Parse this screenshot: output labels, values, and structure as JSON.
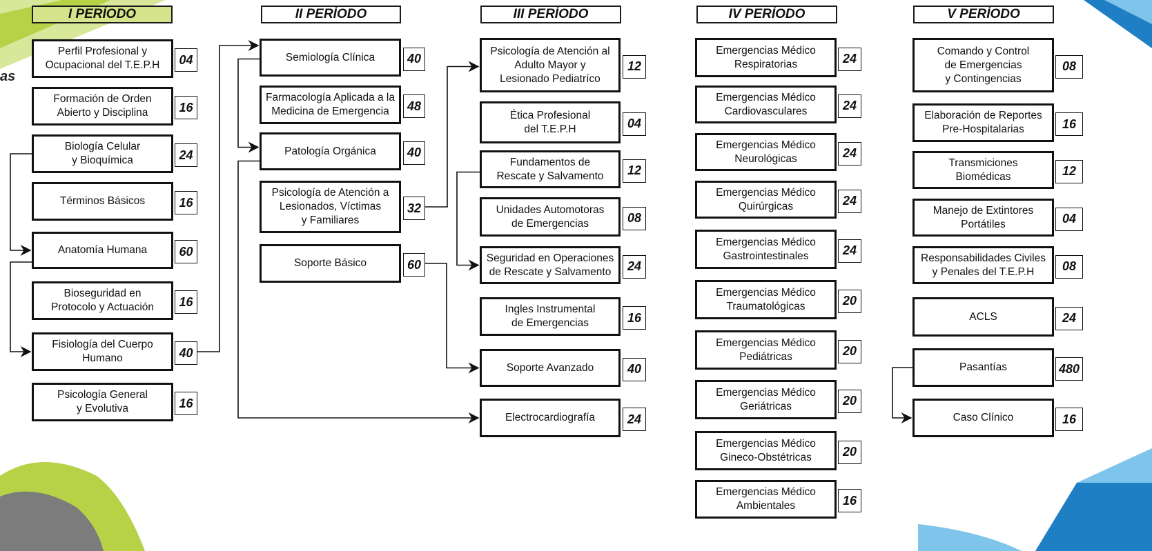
{
  "periods": [
    {
      "title": "I PERÍODO",
      "courses": [
        {
          "name": "Perfil Profesional y\nOcupacional del T.E.P.H",
          "hours": "04"
        },
        {
          "name": "Formación de Orden\nAbierto y Disciplina",
          "hours": "16"
        },
        {
          "name": "Biología Celular\ny Bioquímica",
          "hours": "24"
        },
        {
          "name": "Términos Básicos",
          "hours": "16"
        },
        {
          "name": "Anatomía Humana",
          "hours": "60"
        },
        {
          "name": "Bioseguridad en\nProtocolo y Actuación",
          "hours": "16"
        },
        {
          "name": "Fisiología del Cuerpo\nHumano",
          "hours": "40"
        },
        {
          "name": "Psicología General\ny Evolutiva",
          "hours": "16"
        }
      ]
    },
    {
      "title": "II PERÍODO",
      "courses": [
        {
          "name": "Semiología Clínica",
          "hours": "40"
        },
        {
          "name": "Farmacología Aplicada a la\nMedicina de Emergencia",
          "hours": "48"
        },
        {
          "name": "Patología Orgánica",
          "hours": "40"
        },
        {
          "name": "Psicología de Atención a\nLesionados, Víctimas\ny Familiares",
          "hours": "32"
        },
        {
          "name": "Soporte Básico",
          "hours": "60"
        }
      ]
    },
    {
      "title": "III PERÍODO",
      "courses": [
        {
          "name": "Psicología de Atención al\nAdulto Mayor y\nLesionado Pediatríco",
          "hours": "12"
        },
        {
          "name": "Ética Profesional\ndel T.E.P.H",
          "hours": "04"
        },
        {
          "name": "Fundamentos de\nRescate y Salvamento",
          "hours": "12"
        },
        {
          "name": "Unidades Automotoras\nde Emergencias",
          "hours": "08"
        },
        {
          "name": "Seguridad en Operaciones\nde Rescate y Salvamento",
          "hours": "24"
        },
        {
          "name": "Ingles Instrumental\nde Emergencias",
          "hours": "16"
        },
        {
          "name": "Soporte Avanzado",
          "hours": "40"
        },
        {
          "name": "Electrocardiografía",
          "hours": "24"
        }
      ]
    },
    {
      "title": "IV PERÍODO",
      "courses": [
        {
          "name": "Emergencias Médico\nRespiratorias",
          "hours": "24"
        },
        {
          "name": "Emergencias Médico\nCardiovasculares",
          "hours": "24"
        },
        {
          "name": "Emergencias Médico\nNeurológicas",
          "hours": "24"
        },
        {
          "name": "Emergencias Médico\nQuirúrgicas",
          "hours": "24"
        },
        {
          "name": "Emergencias Médico\nGastrointestinales",
          "hours": "24"
        },
        {
          "name": "Emergencias Médico\nTraumatológicas",
          "hours": "20"
        },
        {
          "name": "Emergencias Médico\nPediátricas",
          "hours": "20"
        },
        {
          "name": "Emergencias Médico\nGeriátricas",
          "hours": "20"
        },
        {
          "name": "Emergencias Médico\nGineco-Obstétricas",
          "hours": "20"
        },
        {
          "name": "Emergencias Médico\nAmbientales",
          "hours": "16"
        }
      ]
    },
    {
      "title": "V PERÍODO",
      "courses": [
        {
          "name": "Comando y Control\nde Emergencias\ny Contingencias",
          "hours": "08"
        },
        {
          "name": "Elaboración de Reportes\nPre-Hospitalarias",
          "hours": "16"
        },
        {
          "name": "Transmiciones\nBiomédicas",
          "hours": "12"
        },
        {
          "name": "Manejo de Extintores\nPortátiles",
          "hours": "04"
        },
        {
          "name": "Responsabilidades Civiles\ny Penales del T.E.P.H",
          "hours": "08"
        },
        {
          "name": "ACLS",
          "hours": "24"
        },
        {
          "name": "Pasantías",
          "hours": "480"
        },
        {
          "name": "Caso Clínico",
          "hours": "16"
        }
      ]
    }
  ],
  "side_text": "as",
  "colors": {
    "green": "#a6c93a",
    "lightgreen": "#c9dc6a",
    "blue": "#1e7fc4",
    "lightblue": "#7fc4ea",
    "header_bg": "#d5e48a"
  }
}
